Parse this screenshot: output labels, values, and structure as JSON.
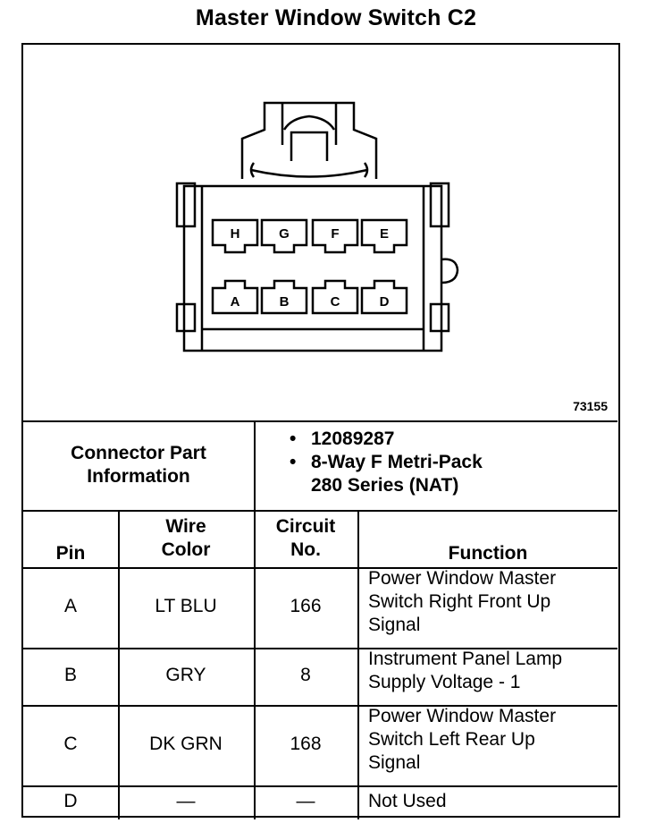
{
  "title": "Master Window Switch C2",
  "figure_id": "73155",
  "connector": {
    "top_row": [
      "H",
      "G",
      "F",
      "E"
    ],
    "bottom_row": [
      "A",
      "B",
      "C",
      "D"
    ]
  },
  "part_info": {
    "label_line1": "Connector Part",
    "label_line2": "Information",
    "bullet1": "12089287",
    "bullet2_line1": "8-Way F Metri-Pack",
    "bullet2_line2": "280 Series (NAT)"
  },
  "table": {
    "headers": {
      "pin": "Pin",
      "wire_1": "Wire",
      "wire_2": "Color",
      "circuit_1": "Circuit",
      "circuit_2": "No.",
      "function": "Function"
    },
    "rows": [
      {
        "pin": "A",
        "color": "LT BLU",
        "circuit": "166",
        "function": [
          "Power Window Master",
          "Switch Right Front Up",
          "Signal"
        ]
      },
      {
        "pin": "B",
        "color": "GRY",
        "circuit": "8",
        "function": [
          "Instrument Panel Lamp",
          "Supply Voltage - 1"
        ]
      },
      {
        "pin": "C",
        "color": "DK GRN",
        "circuit": "168",
        "function": [
          "Power Window Master",
          "Switch Left Rear Up",
          "Signal"
        ]
      },
      {
        "pin": "D",
        "color": "—",
        "circuit": "—",
        "function": [
          "Not Used"
        ]
      }
    ]
  }
}
